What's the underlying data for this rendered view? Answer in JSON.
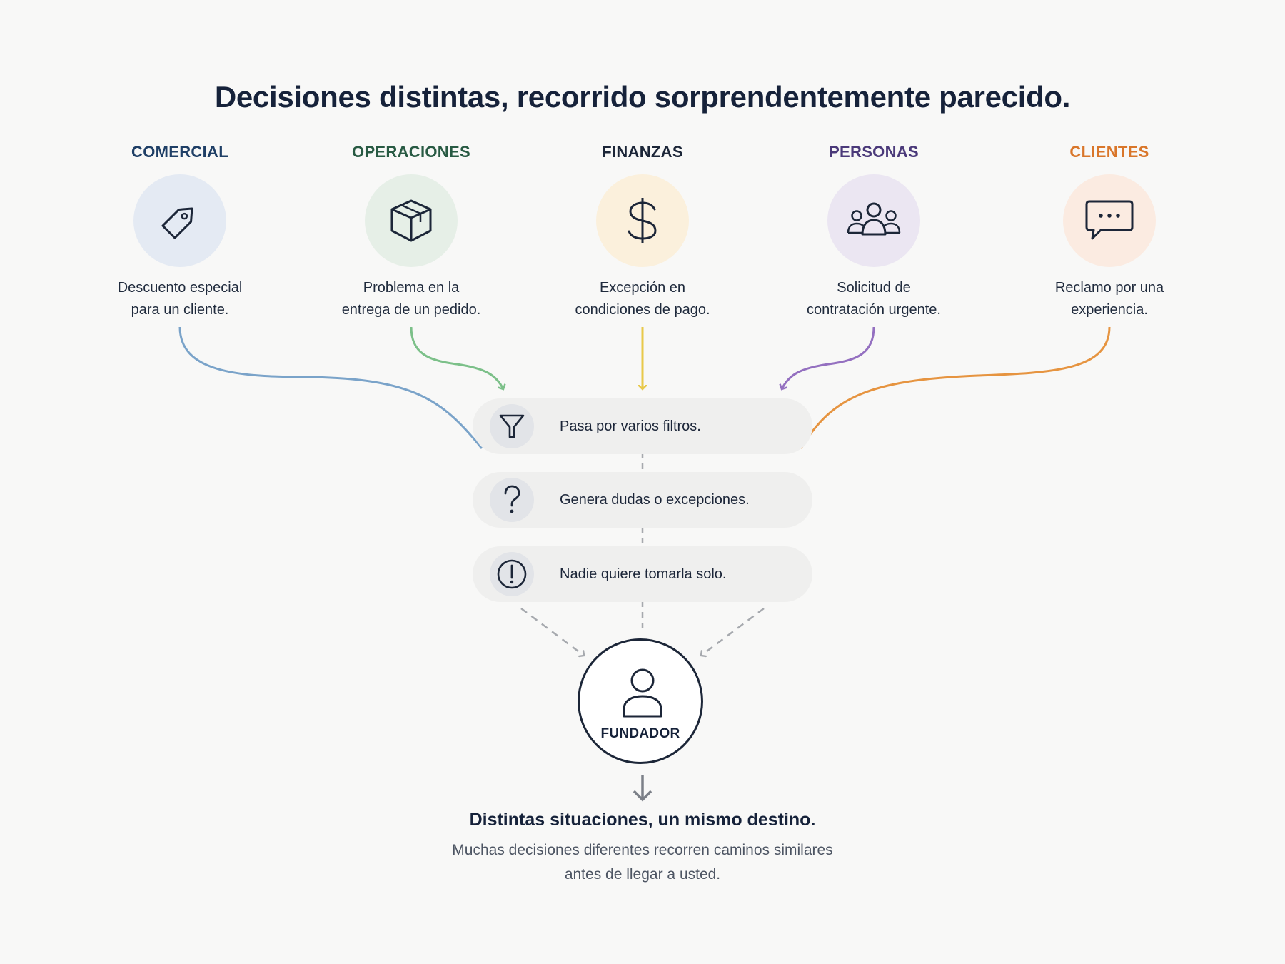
{
  "title": "Decisiones distintas, recorrido sorprendentemente parecido.",
  "areas": [
    {
      "label": "COMERCIAL",
      "description_line1": "Descuento especial",
      "description_line2": "para un cliente.",
      "icon": "tag-icon",
      "color": "#1f3f66",
      "circle_color": "#e4eaf3",
      "line_color": "#7aa3c9"
    },
    {
      "label": "OPERACIONES",
      "description_line1": "Problema en la",
      "description_line2": "entrega de un pedido.",
      "icon": "box-icon",
      "color": "#285a43",
      "circle_color": "#e6efe7",
      "line_color": "#7cc089"
    },
    {
      "label": "FINANZAS",
      "description_line1": "Excepción en",
      "description_line2": "condiciones de pago.",
      "icon": "dollar-icon",
      "color": "#1c2638",
      "circle_color": "#fbf0dc",
      "line_color": "#e8c94a"
    },
    {
      "label": "PERSONAS",
      "description_line1": "Solicitud de",
      "description_line2": "contratación urgente.",
      "icon": "people-icon",
      "color": "#4b3a7a",
      "circle_color": "#ebe6f2",
      "line_color": "#9470c0"
    },
    {
      "label": "CLIENTES",
      "description_line1": "Reclamo por una",
      "description_line2": "experiencia.",
      "icon": "chat-icon",
      "color": "#d9762a",
      "circle_color": "#fbebe1",
      "line_color": "#e69440"
    }
  ],
  "steps": [
    {
      "text": "Pasa por varios filtros.",
      "icon": "funnel-icon"
    },
    {
      "text": "Genera dudas o excepciones.",
      "icon": "question-icon"
    },
    {
      "text": "Nadie quiere tomarla solo.",
      "icon": "exclamation-icon"
    }
  ],
  "founder": {
    "label": "FUNDADOR",
    "icon": "person-icon"
  },
  "conclusion": {
    "heading": "Distintas situaciones, un mismo destino.",
    "line1": "Muchas decisiones diferentes recorren caminos similares",
    "line2": "antes de llegar a usted."
  }
}
